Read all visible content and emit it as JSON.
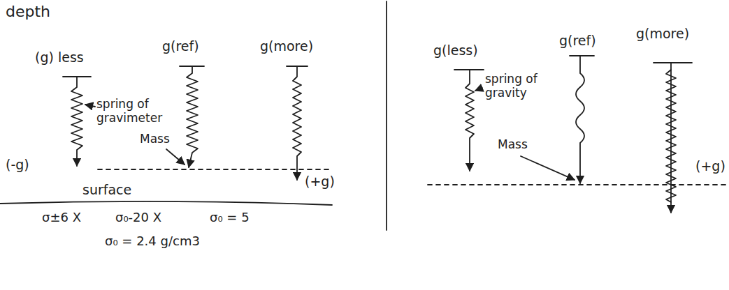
{
  "diagram": {
    "labels": [
      "depth",
      "(g) less",
      "g(ref)",
      "g(more)",
      "spring of gravimeter",
      "Mass",
      "(-g)",
      "(+g)",
      "surface",
      "σ±6 X",
      "σ₀-20 X",
      "σ₀ = 5",
      "σ₀ = 2.4 g/cm3",
      "g(less)",
      "g(ref)",
      "g(more)",
      "spring of gravity",
      "Mass",
      "(+g)"
    ]
  }
}
